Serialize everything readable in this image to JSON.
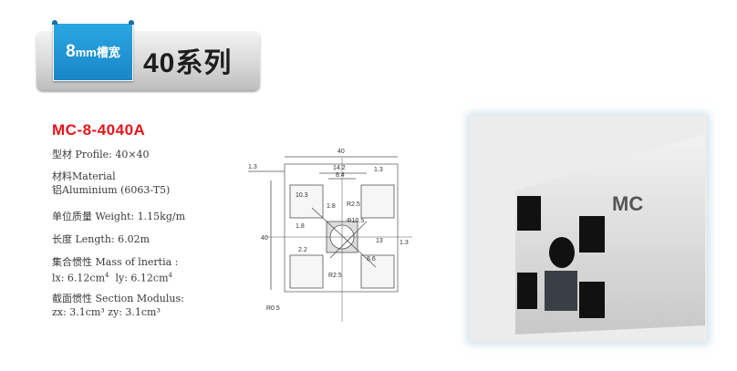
{
  "header": {
    "tag_prefix": "8",
    "tag_suffix": "mm槽宽",
    "series_title": "40系列",
    "tag_color": "#1f95d6"
  },
  "product": {
    "model": "MC-8-4040A",
    "model_color": "#e6141b",
    "profile": "型材 Profile: 40×40",
    "material_label": "材料Material",
    "material_value": "铝Aluminium (6063-T5)",
    "weight": "单位质量 Weight: 1.15kg/m",
    "length": "长度 Length: 6.02m",
    "inertia_label": "集合惯性 Mass of lnertia :",
    "inertia_ix": "lx: 6.12cm",
    "inertia_iy": "ly: 6.12cm",
    "inertia_exp": "4",
    "modulus_label": "截面惯性 Section Modulus:",
    "modulus_values": "zx: 3.1cm³  zy: 3.1cm³"
  },
  "drawing": {
    "dims": {
      "overall_width": "40",
      "overall_height": "40",
      "slot_outer": "14.2",
      "slot_inner": "8.4",
      "wall_left": "1.3",
      "wall_top": "1.3",
      "wall_right": "1.3",
      "pocket": "10.3",
      "web": "1.8",
      "web2": "1.8",
      "radius_inner": "R2.5",
      "center_bore": "Φ10.5",
      "slot_depth": "13",
      "diag_web": "2.2",
      "diag_dim": "8.6",
      "radius_bottom": "R2.5",
      "corner_radius": "R0.5"
    }
  },
  "photo": {
    "label": "MC"
  }
}
